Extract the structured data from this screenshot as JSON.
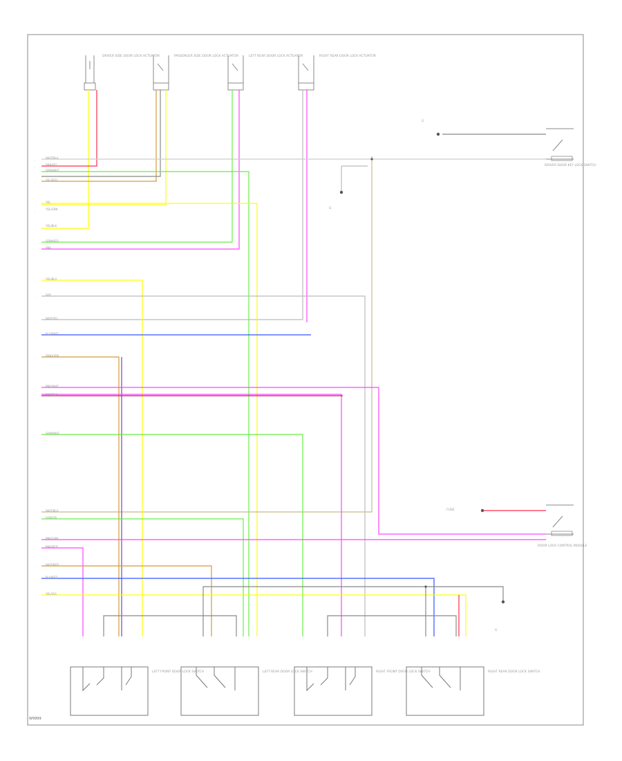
{
  "page_code": "W9999",
  "wire_colors": {
    "yellow": "#ffff00",
    "red": "#ff2a4a",
    "pink": "#ff44ff",
    "green": "#66ee44",
    "orange": "#d49a3a",
    "blue": "#3355ff",
    "gray": "#bbbbbb",
    "black": "#333333",
    "violet": "#7744aa",
    "tan": "#c8b88a"
  },
  "top_connectors": [
    {
      "label": "DRIVER SIDE DOOR LOCK ACTUATOR"
    },
    {
      "label": "PASSENGER SIDE DOOR LOCK ACTUATOR"
    },
    {
      "label": "LEFT REAR DOOR LOCK ACTUATOR"
    },
    {
      "label": "RIGHT REAR DOOR LOCK ACTUATOR"
    }
  ],
  "right_components": [
    {
      "label": "DRIVER DOOR KEY LOCK SWITCH"
    },
    {
      "label": "DOOR LOCK CONTROL MODULE"
    }
  ],
  "grounds": [
    {
      "label": "G"
    },
    {
      "label": "G"
    },
    {
      "label": "G"
    }
  ],
  "fuse": {
    "label": "FUSE"
  },
  "bottom_switches": [
    {
      "label": "LEFT FRONT DOOR LOCK SWITCH"
    },
    {
      "label": "LEFT REAR DOOR LOCK SWITCH"
    },
    {
      "label": "RIGHT FRONT DOOR LOCK SWITCH"
    },
    {
      "label": "RIGHT REAR DOOR LOCK SWITCH"
    }
  ],
  "wire_labels": [
    "WHT/BLU",
    "BRN/YEL",
    "GRN/WHT",
    "YEL/RED",
    "YEL",
    "YEL/GRN",
    "YEL/BLK",
    "GRN/RED",
    "PNK",
    "YEL/BLU",
    "GRY",
    "WHT/YEL",
    "BLU/WHT",
    "BRN/GRN",
    "PNK/WHT",
    "PNK/BLK",
    "GRN/WHT",
    "WHT/BLU",
    "GRN/YEL",
    "PNK/GRN",
    "PNK/RED",
    "WHT/RED",
    "BLU/RED",
    "YEL/VIO"
  ]
}
